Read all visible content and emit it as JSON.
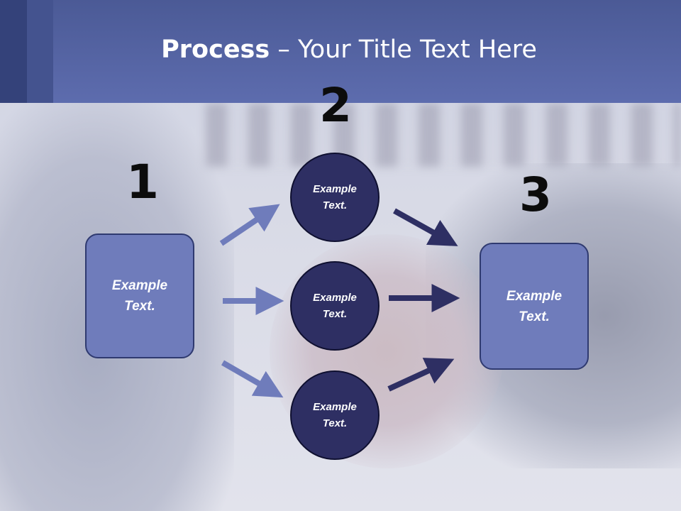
{
  "header": {
    "title_bold": "Process",
    "title_rest": " – Your Title Text Here"
  },
  "steps": {
    "step1_number": "1",
    "step2_number": "2",
    "step3_number": "3"
  },
  "left_box": {
    "line1": "Example",
    "line2": "Text."
  },
  "circles": [
    {
      "line1": "Example",
      "line2": "Text."
    },
    {
      "line1": "Example",
      "line2": "Text."
    },
    {
      "line1": "Example",
      "line2": "Text."
    }
  ],
  "right_box": {
    "line1": "Example",
    "line2": "Text."
  },
  "colors": {
    "header": "#5d6cae",
    "box_fill": "#6f7cbb",
    "circle_fill": "#2e2f63",
    "left_arrow": "#6f7cbb",
    "right_arrow": "#2e2f63"
  }
}
